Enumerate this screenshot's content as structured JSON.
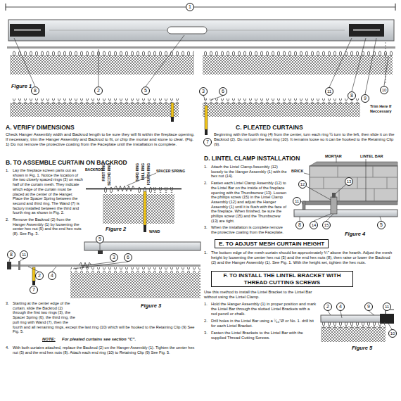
{
  "diagram": {
    "labels": [
      "1",
      "Figure 1",
      "8",
      "2",
      "5",
      "3",
      "6",
      "11",
      "8",
      "9",
      "10",
      "Trim Here If Neccessary",
      "7",
      "A. VERIFY DIMENSIONS",
      "Check Hanger Assembly width and Backrod length to be sure they will fit within the fireplace opening. If necessary, trim the Hanger Assembly and Backrod to fit, or chip the mortar and stone to clear. (Fig. 1) Do not remove the protective coating from the Faceplate until the installation is complete.",
      "B. TO ASSEMBLE CURTAIN ON BACKROD",
      "1.",
      "Lay the fireplace screen parts out as shown in Fig. 1. Notice the location of the two closely spaced rings (3) on each half of the curtain mesh. They indicate which edge of the curtain must be placed at the center of the Hanger. Place the Spacer Spring between the second and third ring. The Wand (7) is factory installed between the third and fourth ring as shown in Fig. 2.",
      "BACKROD",
      "FIRST RING",
      "SECOND RING",
      "THIRD RING",
      "PULL RING",
      "FOURTH RING",
      "SPACER SPRING",
      "Figure 2",
      "WAND",
      "2.",
      "Remove the Backrod (2) from the Hanger Assembly (1) by loosening the center hex nut (5) and the end hex nuts (8). See Fig. 3.",
      "5",
      "8",
      "11",
      "2",
      "4",
      "3",
      "6",
      "7",
      "Figure 3",
      "3.",
      "Starting at the center edge of the curtain, slide the Backrod (2) through the first two rings (3), the Spacer Spring (6), the third ring, the pull ring with Wand (7), then the fourth and all remaining rings, except the last ring (10) which will be hooked to the Retaining Clip (9) See Fig. 5.",
      "NOTE:",
      "For pleated curtains see section \"C\".",
      "4.",
      "With both curtains attached, replace the Backrod (2) on the Hanger Assembly (1). Tighten the center hex nut (5) and the end hex nuts (8). Attach each end ring (10) to Retaining Clip (9) See Fig. 5.",
      "C. PLEATED CURTAINS",
      "Beginning with the fourth ring (4) from the center, turn each ring ½ turn to the left, then slide it on the Backrod (2). Do not turn the last ring (10). It remains loose so it can be hooked to the Retaining Clip (9).",
      "D. LINTEL CLAMP INSTALLATION",
      "1.",
      "Attach the Lintel Clamp Assembly (12) loosely to the Hanger Assembly (1) with the hex nut (14).",
      "2.",
      "Fasten each Lintel Clamp Assembly (12) to the Lintel Bar on the inside of the fireplace opening with the Thumbscrew (13). Loosen the phillips screw (15) in the Lintel Clamp Assembly (12) and adjust the Hanger Assembly (1) until it is flush with the face of the fireplace. When finished, be sure the phillips screw (15) and the Thumbscrew (13) are tight.",
      "3.",
      "When the installation is complete remove the protective coating from the Faceplate.",
      "MORTAR",
      "LINTEL BAR",
      "BRICK",
      "12",
      "13",
      "11",
      "8",
      "14",
      "15",
      "5",
      "Figure 4",
      "E. TO ADJUST MESH CURTAIN HEIGHT",
      "1.",
      "The bottom edge of the mesh curtain should be approximately ¼\" above the hearth. Adjust the mesh height by loosening the center hex nut (5) and the end hex nuts (8), then raise or lower the Backrod (2) and the Hanger Assembly (1). See Fig. 1. With the height set, tighten the hex nuts.",
      "F. TO INSTALL THE LINTEL BRACKET WITH THREAD CUTTING SCREWS",
      "Use this method to install the Lintel Bracket to the Lintel Bar without using the Lintel Clamp.",
      "1.",
      "Hold the Hanger Assembly (1) in proper position and mark the Lintel Bar through the slotted Lintel Brackets with a red pencil or chalk.",
      "2.",
      "Drill holes in the Lintel Bar using a ⁷⁄₆₄\"Ø or No. 1. drill bit for each Lintel Bracket.",
      "3.",
      "Fasten the Lintel Brackets to the Lintel Bar with the supplied Thread Cutting Screws.",
      "2",
      "4",
      "9",
      "11",
      "10",
      "Figure 5"
    ]
  }
}
